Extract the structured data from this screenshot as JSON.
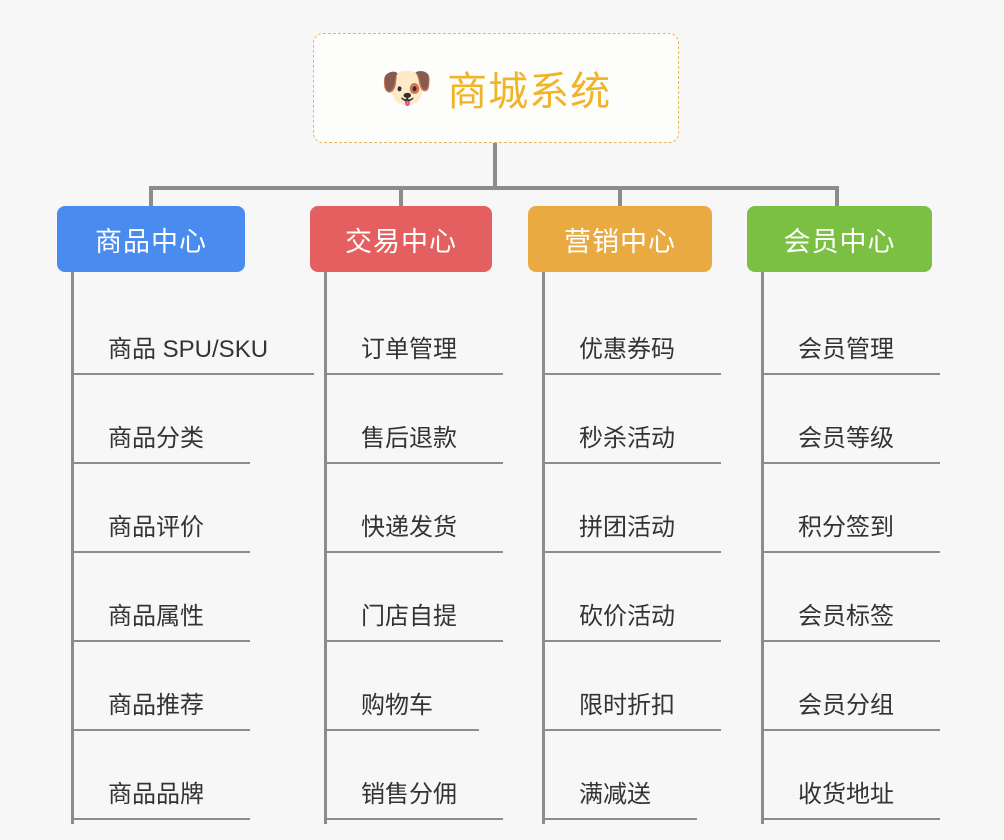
{
  "diagram": {
    "title": "商城系统",
    "background_color": "#f7f7f7",
    "root": {
      "label": "商城系统",
      "icon": "🐶",
      "icon_name": "dog-face-emoji",
      "text_color": "#f0b429",
      "border_color": "#e8b75c",
      "background_color": "#fdfdfc"
    },
    "connector_color": "#8c8c8c",
    "leaf_text_color": "#333333",
    "columns": [
      {
        "id": "product-center",
        "label": "商品中心",
        "color": "#4a8bf0",
        "items": [
          "商品 SPU/SKU",
          "商品分类",
          "商品评价",
          "商品属性",
          "商品推荐",
          "商品品牌"
        ]
      },
      {
        "id": "trade-center",
        "label": "交易中心",
        "color": "#e45f5f",
        "items": [
          "订单管理",
          "售后退款",
          "快递发货",
          "门店自提",
          "购物车",
          "销售分佣"
        ]
      },
      {
        "id": "marketing-center",
        "label": "营销中心",
        "color": "#e9ab41",
        "items": [
          "优惠券码",
          "秒杀活动",
          "拼团活动",
          "砍价活动",
          "限时折扣",
          "满减送"
        ]
      },
      {
        "id": "member-center",
        "label": "会员中心",
        "color": "#7bc043",
        "items": [
          "会员管理",
          "会员等级",
          "积分签到",
          "会员标签",
          "会员分组",
          "收货地址"
        ]
      }
    ]
  }
}
